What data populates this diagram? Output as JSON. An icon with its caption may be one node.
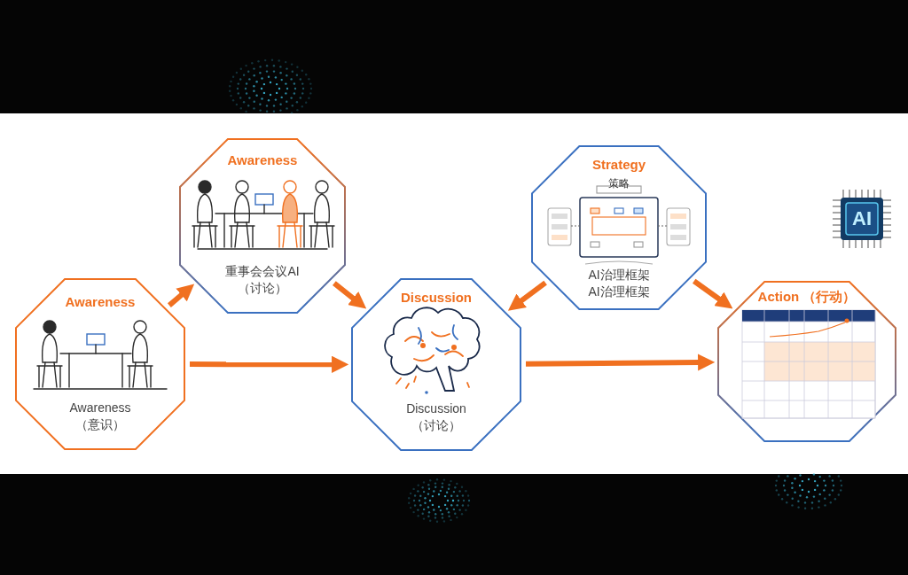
{
  "diagram": {
    "nodes": [
      {
        "text": [
          "Awareness",
          "Awareness （意识）"
        ]
      },
      {
        "text": [
          "Awareness",
          "重事会会议AI （讨论）"
        ]
      },
      {
        "text": [
          "Discussion",
          "Discussion （讨论）"
        ]
      },
      {
        "text": [
          "Strategy",
          "策略",
          "AI治理框架 AI治理框架"
        ]
      },
      {
        "text": [
          "Action （行动）"
        ]
      }
    ],
    "edges": [
      {
        "from": 0,
        "to": 1,
        "arrow": "to"
      },
      {
        "from": 0,
        "to": 2,
        "arrow": "to"
      },
      {
        "from": 1,
        "to": 2,
        "arrow": "to"
      },
      {
        "from": 3,
        "to": 2,
        "arrow": "to"
      },
      {
        "from": 2,
        "to": 4,
        "arrow": "to"
      },
      {
        "from": 3,
        "to": 4,
        "arrow": "to"
      }
    ],
    "labels": [
      "AI"
    ]
  }
}
